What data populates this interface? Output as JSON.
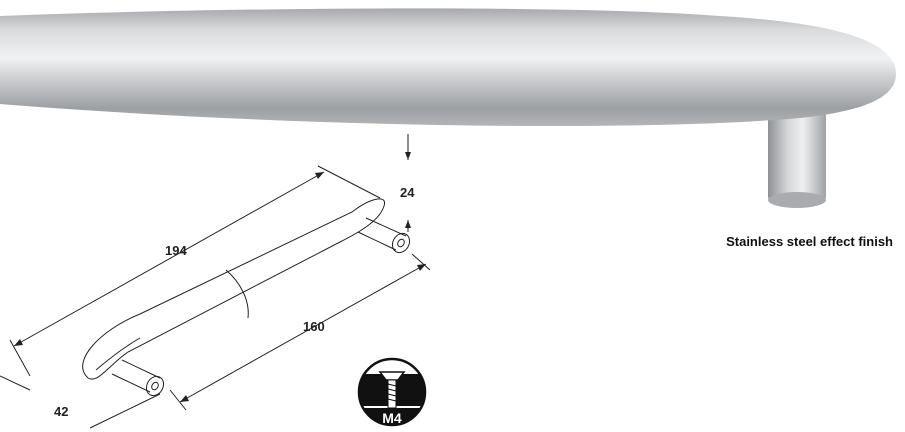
{
  "caption": "Stainless steel effect finish",
  "dimensions": {
    "length_total": "194",
    "hole_spacing": "160",
    "projection": "42",
    "bar_diameter": "24"
  },
  "screw_badge": {
    "label": "M4",
    "icon": "screw-size-icon"
  },
  "colors": {
    "steel_light": "#e6e7e8",
    "steel_mid": "#b9bbbe",
    "steel_dark": "#8f9296",
    "line": "#222222"
  }
}
